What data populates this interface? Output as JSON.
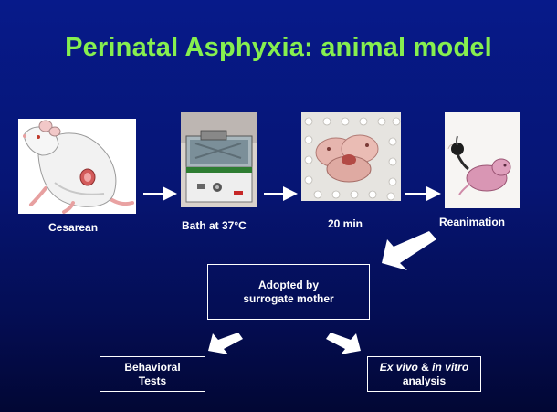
{
  "title": "Perinatal Asphyxia: animal model",
  "steps": [
    {
      "label": "Cesarean"
    },
    {
      "label": "Bath at 37°C"
    },
    {
      "label": "20 min"
    },
    {
      "label": "Reanimation"
    }
  ],
  "adopted": {
    "line1": "Adopted by",
    "line2": "surrogate mother"
  },
  "behavioral": {
    "line1": "Behavioral",
    "line2": "Tests"
  },
  "analysis": {
    "ex": "Ex vivo",
    "amp": " & ",
    "in": "in vitro",
    "line2": "analysis"
  },
  "colors": {
    "title": "#86ef4f",
    "background": "#061574",
    "text": "#ffffff"
  }
}
